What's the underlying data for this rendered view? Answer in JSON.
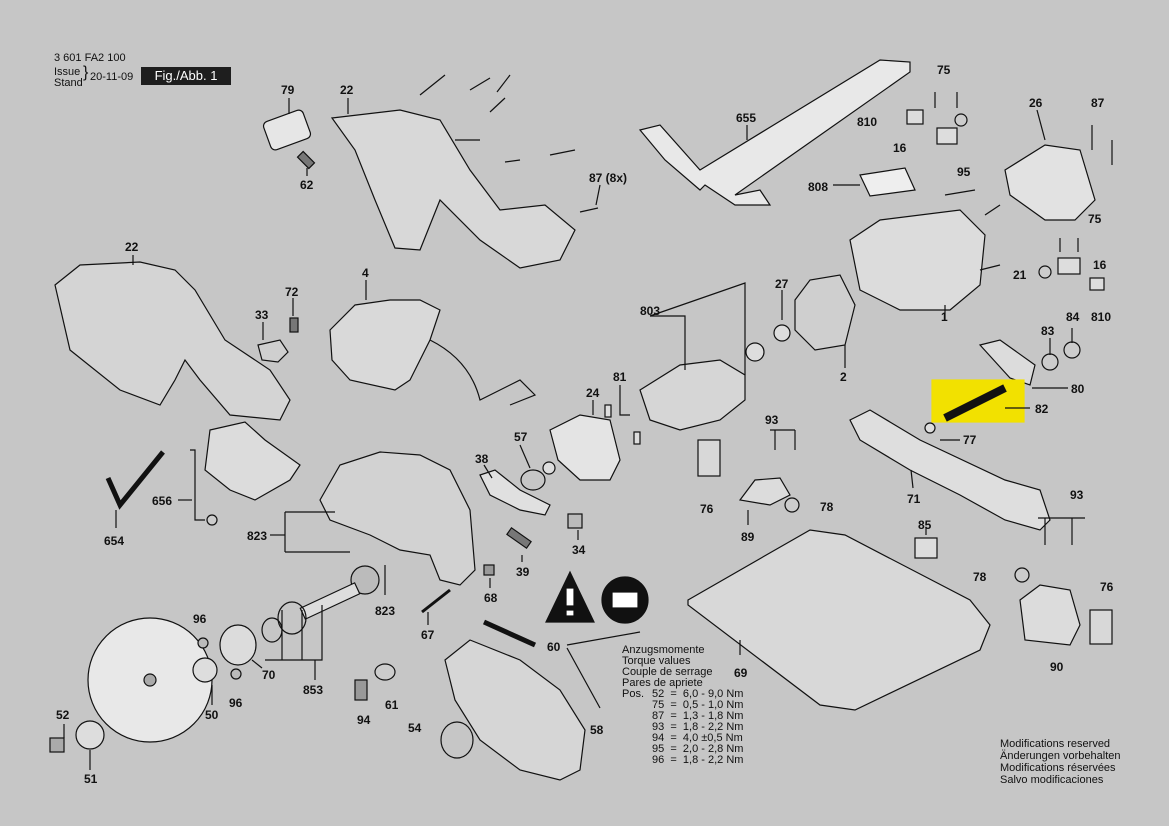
{
  "header": {
    "doc_number": "3 601 FA2 100",
    "issue_label": "Issue",
    "stand_label": "Stand",
    "issue_date": "20-11-09",
    "figure_label": "Fig./Abb. 1"
  },
  "part_labels": [
    {
      "id": "79",
      "text": "79"
    },
    {
      "id": "62",
      "text": "62"
    },
    {
      "id": "22a",
      "text": "22"
    },
    {
      "id": "87_8x",
      "text": "87 (8x)"
    },
    {
      "id": "655",
      "text": "655"
    },
    {
      "id": "75a",
      "text": "75"
    },
    {
      "id": "810a",
      "text": "810"
    },
    {
      "id": "16a",
      "text": "16"
    },
    {
      "id": "26",
      "text": "26"
    },
    {
      "id": "87a",
      "text": "87"
    },
    {
      "id": "95",
      "text": "95"
    },
    {
      "id": "808",
      "text": "808"
    },
    {
      "id": "75b",
      "text": "75"
    },
    {
      "id": "16b",
      "text": "16"
    },
    {
      "id": "21",
      "text": "21"
    },
    {
      "id": "810b",
      "text": "810"
    },
    {
      "id": "22b",
      "text": "22"
    },
    {
      "id": "4",
      "text": "4"
    },
    {
      "id": "72",
      "text": "72"
    },
    {
      "id": "33",
      "text": "33"
    },
    {
      "id": "803",
      "text": "803"
    },
    {
      "id": "27",
      "text": "27"
    },
    {
      "id": "1",
      "text": "1"
    },
    {
      "id": "83",
      "text": "83"
    },
    {
      "id": "84",
      "text": "84"
    },
    {
      "id": "2",
      "text": "2"
    },
    {
      "id": "80",
      "text": "80"
    },
    {
      "id": "82",
      "text": "82"
    },
    {
      "id": "77",
      "text": "77"
    },
    {
      "id": "81",
      "text": "81"
    },
    {
      "id": "24",
      "text": "24"
    },
    {
      "id": "93a",
      "text": "93"
    },
    {
      "id": "57",
      "text": "57"
    },
    {
      "id": "38",
      "text": "38"
    },
    {
      "id": "656",
      "text": "656"
    },
    {
      "id": "654",
      "text": "654"
    },
    {
      "id": "823a",
      "text": "823"
    },
    {
      "id": "76a",
      "text": "76"
    },
    {
      "id": "78a",
      "text": "78"
    },
    {
      "id": "89",
      "text": "89"
    },
    {
      "id": "71",
      "text": "71"
    },
    {
      "id": "93b",
      "text": "93"
    },
    {
      "id": "85",
      "text": "85"
    },
    {
      "id": "34",
      "text": "34"
    },
    {
      "id": "39",
      "text": "39"
    },
    {
      "id": "68",
      "text": "68"
    },
    {
      "id": "823b",
      "text": "823"
    },
    {
      "id": "78b",
      "text": "78"
    },
    {
      "id": "76b",
      "text": "76"
    },
    {
      "id": "96a",
      "text": "96"
    },
    {
      "id": "67",
      "text": "67"
    },
    {
      "id": "60",
      "text": "60"
    },
    {
      "id": "69",
      "text": "69"
    },
    {
      "id": "90",
      "text": "90"
    },
    {
      "id": "70",
      "text": "70"
    },
    {
      "id": "853",
      "text": "853"
    },
    {
      "id": "96b",
      "text": "96"
    },
    {
      "id": "50",
      "text": "50"
    },
    {
      "id": "52",
      "text": "52"
    },
    {
      "id": "94",
      "text": "94"
    },
    {
      "id": "61",
      "text": "61"
    },
    {
      "id": "54",
      "text": "54"
    },
    {
      "id": "58",
      "text": "58"
    },
    {
      "id": "51",
      "text": "51"
    }
  ],
  "torque_table": {
    "title_de": "Anzugsmomente",
    "title_en": "Torque values",
    "title_fr": "Couple de serrage",
    "title_es": "Pares de apriete",
    "pos_label": "Pos.",
    "rows": [
      {
        "pos": "52",
        "value": "6,0 - 9,0 Nm"
      },
      {
        "pos": "75",
        "value": "0,5 - 1,0 Nm"
      },
      {
        "pos": "87",
        "value": "1,3 - 1,8 Nm"
      },
      {
        "pos": "93",
        "value": "1,8 - 2,2 Nm"
      },
      {
        "pos": "94",
        "value": "4,0 ±0,5 Nm"
      },
      {
        "pos": "95",
        "value": "2,0 - 2,8 Nm"
      },
      {
        "pos": "96",
        "value": "1,8 - 2,2 Nm"
      }
    ]
  },
  "modifications": [
    "Modifications reserved",
    "Änderungen vorbehalten",
    "Modifications réservées",
    "Salvo modificaciones"
  ],
  "colors": {
    "background": "#c6c6c6",
    "highlight": "#f2e100",
    "ink": "#111111"
  },
  "icons": [
    "warning-triangle-icon",
    "read-manual-icon"
  ]
}
